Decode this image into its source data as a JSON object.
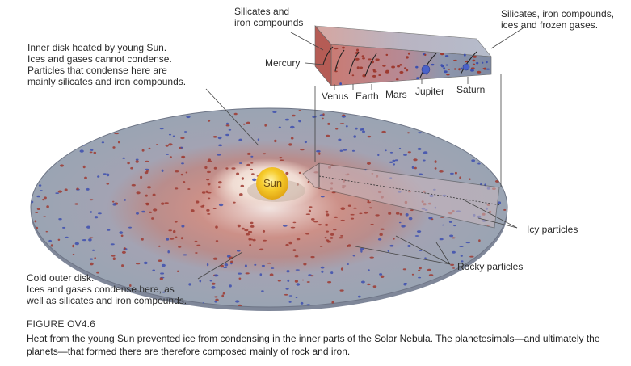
{
  "labels": {
    "silicates_iron": "Silicates and\niron compounds",
    "silicates_ices": "Silicates, iron compounds,\nices and frozen gases.",
    "inner_disk": "Inner disk heated by young Sun.\nIces and gases cannot condense.\nParticles that condense here are\nmainly silicates and iron compounds.",
    "mercury": "Mercury",
    "venus": "Venus",
    "earth": "Earth",
    "mars": "Mars",
    "jupiter": "Jupiter",
    "saturn": "Saturn",
    "sun": "Sun",
    "icy_particles": "Icy particles",
    "rocky_particles": "Rocky particles",
    "outer_disk": "Cold outer disk.\nIces and gases condense here, as\nwell as silicates and iron compounds."
  },
  "caption": {
    "title": "FIGURE OV4.6",
    "text": "Heat from the young Sun prevented ice from condensing in the inner parts of the Solar Nebula. The planetesimals—and ultimately the planets—that formed there are therefore composed mainly of rock and iron."
  },
  "colors": {
    "rock": "#9e3a30",
    "ice": "#3d4fae",
    "inner_disk": "#c98e86",
    "outer_disk": "#98a2b0",
    "sun": "#f3c21d"
  }
}
